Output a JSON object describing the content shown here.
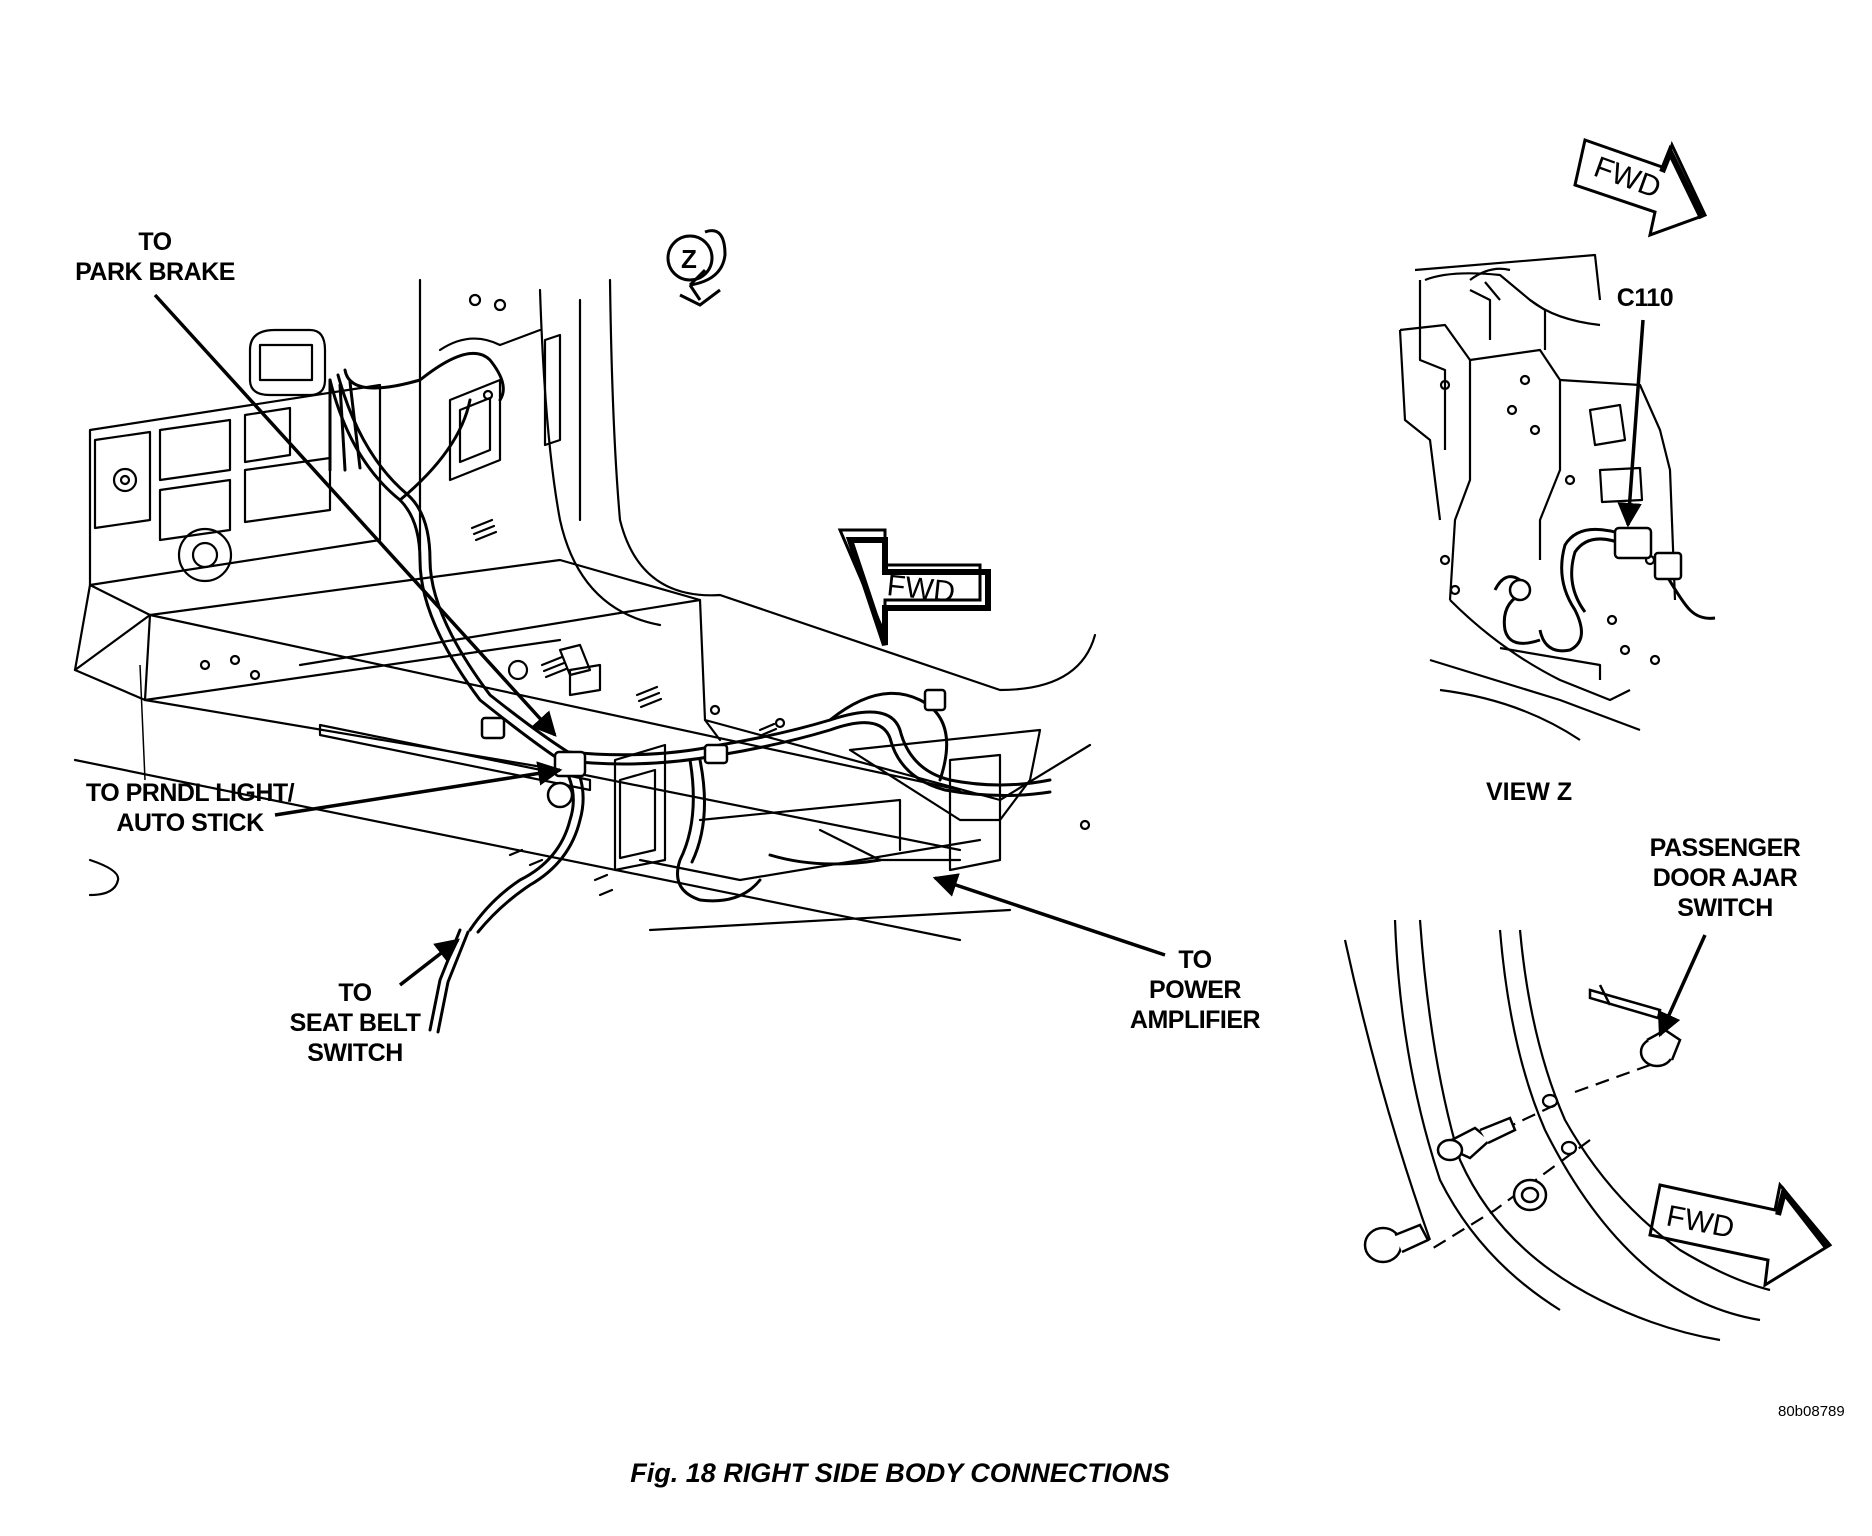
{
  "figure": {
    "caption": "Fig. 18 RIGHT SIDE BODY CONNECTIONS",
    "code": "80b08789",
    "view_label": "VIEW Z",
    "view_marker": "Z",
    "fwd_label": "FWD"
  },
  "callouts": {
    "park_brake": [
      "TO",
      "PARK BRAKE"
    ],
    "prndl_light": [
      "TO PRNDL LIGHT/",
      "AUTO STICK"
    ],
    "seat_belt": [
      "TO",
      "SEAT BELT",
      "SWITCH"
    ],
    "power_amplifier": [
      "TO",
      "POWER",
      "AMPLIFIER"
    ],
    "connector": [
      "C110"
    ],
    "door_ajar": [
      "PASSENGER",
      "DOOR AJAR",
      "SWITCH"
    ]
  }
}
